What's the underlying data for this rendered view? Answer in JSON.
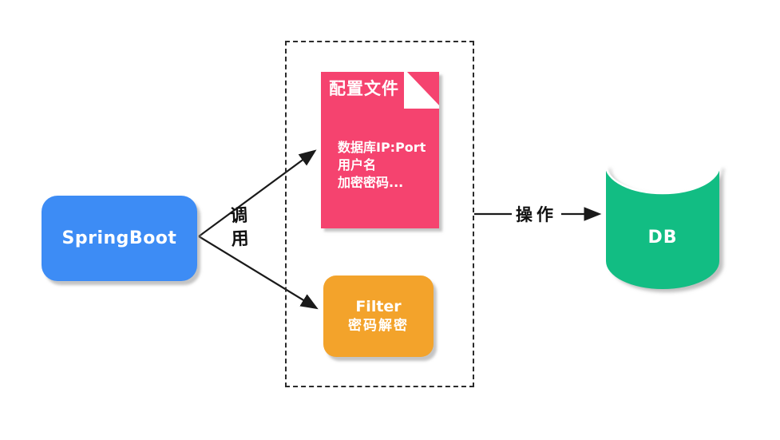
{
  "canvas": {
    "background": "#ffffff"
  },
  "nodes": {
    "springboot": {
      "label": "SpringBoot",
      "fill": "#3d8cf5"
    },
    "config_file": {
      "title": "配置文件",
      "lines": [
        "数据库IP:Port",
        "用户名",
        "加密密码..."
      ],
      "fill": "#f5436f"
    },
    "filter": {
      "line1": "Filter",
      "line2": "密码解密",
      "fill": "#f3a32b"
    },
    "db": {
      "label": "DB",
      "fill": "#12bd83"
    }
  },
  "edges": {
    "call": {
      "label": "调用"
    },
    "operate": {
      "label": "操作"
    },
    "color": "#1a1a1a"
  }
}
